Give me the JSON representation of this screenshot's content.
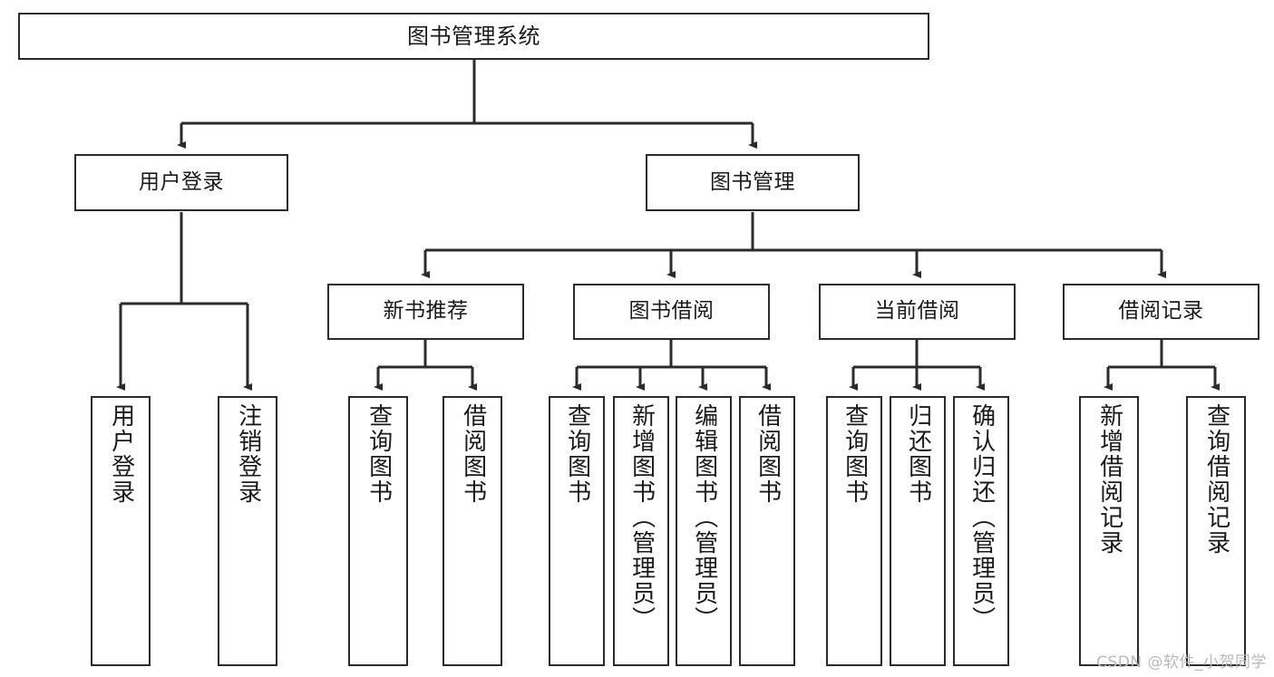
{
  "diagram": {
    "type": "tree",
    "title": "图书管理系统",
    "orientation": "top-down",
    "colors": {
      "box_border": "#2b2b2b",
      "box_fill": "#ffffff",
      "connector": "#2b2b2b",
      "text": "#1a1a1a",
      "watermark": "#b9b9b9",
      "background": "#ffffff"
    },
    "levels": {
      "level1": [
        {
          "id": "root",
          "label": "图书管理系统"
        }
      ],
      "level2": [
        {
          "id": "user-login",
          "label": "用户登录"
        },
        {
          "id": "book-manage",
          "label": "图书管理"
        }
      ],
      "level3": [
        {
          "id": "new-book-rec",
          "label": "新书推荐",
          "parent": "book-manage"
        },
        {
          "id": "book-borrow",
          "label": "图书借阅",
          "parent": "book-manage"
        },
        {
          "id": "current-borrow",
          "label": "当前借阅",
          "parent": "book-manage"
        },
        {
          "id": "borrow-record",
          "label": "借阅记录",
          "parent": "book-manage"
        }
      ],
      "level4": [
        {
          "id": "leaf-user-login",
          "label": "用户登录",
          "parent": "user-login"
        },
        {
          "id": "leaf-logout",
          "label": "注销登录",
          "parent": "user-login"
        },
        {
          "id": "leaf-query-book-1",
          "label": "查询图书",
          "parent": "new-book-rec"
        },
        {
          "id": "leaf-borrow-book-1",
          "label": "借阅图书",
          "parent": "new-book-rec"
        },
        {
          "id": "leaf-query-book-2",
          "label": "查询图书",
          "parent": "book-borrow"
        },
        {
          "id": "leaf-add-book",
          "label": "新增图书（管理员）",
          "parent": "book-borrow"
        },
        {
          "id": "leaf-edit-book",
          "label": "编辑图书（管理员）",
          "parent": "book-borrow"
        },
        {
          "id": "leaf-borrow-book-2",
          "label": "借阅图书",
          "parent": "book-borrow"
        },
        {
          "id": "leaf-query-book-3",
          "label": "查询图书",
          "parent": "current-borrow"
        },
        {
          "id": "leaf-return-book",
          "label": "归还图书",
          "parent": "current-borrow"
        },
        {
          "id": "leaf-confirm-return",
          "label": "确认归还（管理员）",
          "parent": "current-borrow"
        },
        {
          "id": "leaf-add-record",
          "label": "新增借阅记录",
          "parent": "borrow-record"
        },
        {
          "id": "leaf-query-record",
          "label": "查询借阅记录",
          "parent": "borrow-record"
        }
      ]
    }
  },
  "watermark": {
    "text": "CSDN @软件_小贺同学"
  }
}
